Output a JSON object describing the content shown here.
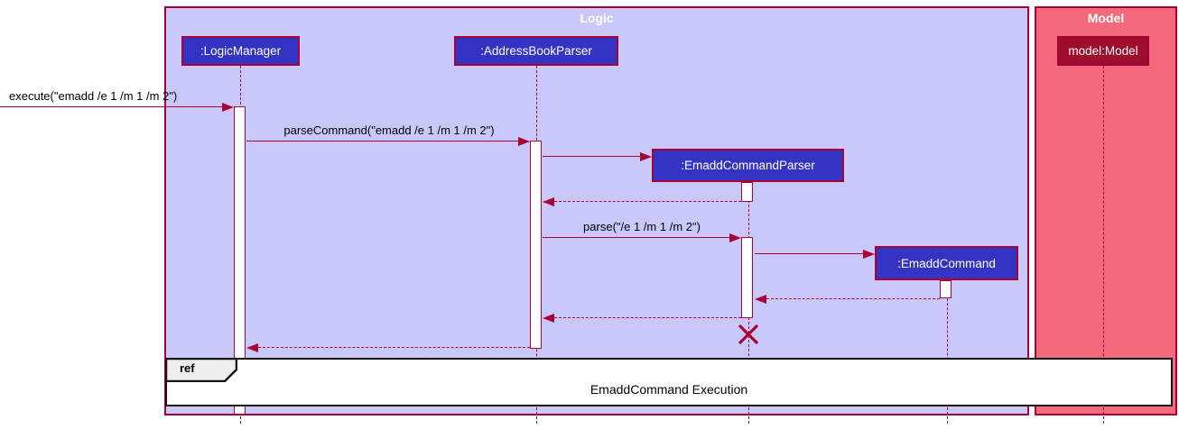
{
  "diagram_type": "uml-sequence-diagram",
  "colors": {
    "line_and_border": "#A80036",
    "logic_frame_fill": "#C8C8FA",
    "logic_participant_fill": "#3333C4",
    "model_frame_fill": "#F4697C",
    "model_participant_fill": "#9D0B2D",
    "participant_text": "#FFFFFF",
    "ref_tab_fill": "#EEEEEE",
    "ref_border": "#151515"
  },
  "frames": {
    "logic": {
      "title": "Logic"
    },
    "model": {
      "title": "Model"
    }
  },
  "participants": {
    "logic_manager": {
      "label": ":LogicManager"
    },
    "address_book_parser": {
      "label": ":AddressBookParser"
    },
    "emadd_command_parser": {
      "label": ":EmaddCommandParser",
      "created_during_sequence": true,
      "destroyed": true
    },
    "emadd_command": {
      "label": ":EmaddCommand",
      "created_during_sequence": true
    },
    "model": {
      "label": "model:Model"
    }
  },
  "messages": {
    "execute": {
      "label": "execute(\"emadd /e 1 /m 1 /m 2\")",
      "from": "caller",
      "to": ":LogicManager",
      "style": "solid"
    },
    "parse_command": {
      "label": "parseCommand(\"emadd /e 1 /m 1 /m 2\")",
      "from": ":LogicManager",
      "to": ":AddressBookParser",
      "style": "solid"
    },
    "create_parser": {
      "label": "",
      "from": ":AddressBookParser",
      "to": ":EmaddCommandParser",
      "style": "solid-create"
    },
    "return_after_create_parser": {
      "label": "",
      "from": ":EmaddCommandParser",
      "to": ":AddressBookParser",
      "style": "dashed-return"
    },
    "parse": {
      "label": "parse(\"/e 1 /m 1 /m 2\")",
      "from": ":AddressBookParser",
      "to": ":EmaddCommandParser",
      "style": "solid"
    },
    "create_command": {
      "label": "",
      "from": ":EmaddCommandParser",
      "to": ":EmaddCommand",
      "style": "solid-create"
    },
    "return_after_create_command": {
      "label": "",
      "from": ":EmaddCommand",
      "to": ":EmaddCommandParser",
      "style": "dashed-return"
    },
    "return_parse_result": {
      "label": "",
      "from": ":EmaddCommandParser",
      "to": ":AddressBookParser",
      "style": "dashed-return"
    },
    "return_execute_result": {
      "label": "",
      "from": ":AddressBookParser",
      "to": ":LogicManager",
      "style": "dashed-return"
    }
  },
  "destroy_marker": {
    "on_lifeline": ":EmaddCommandParser"
  },
  "ref_fragment": {
    "keyword": "ref",
    "label": "EmaddCommand Execution"
  }
}
